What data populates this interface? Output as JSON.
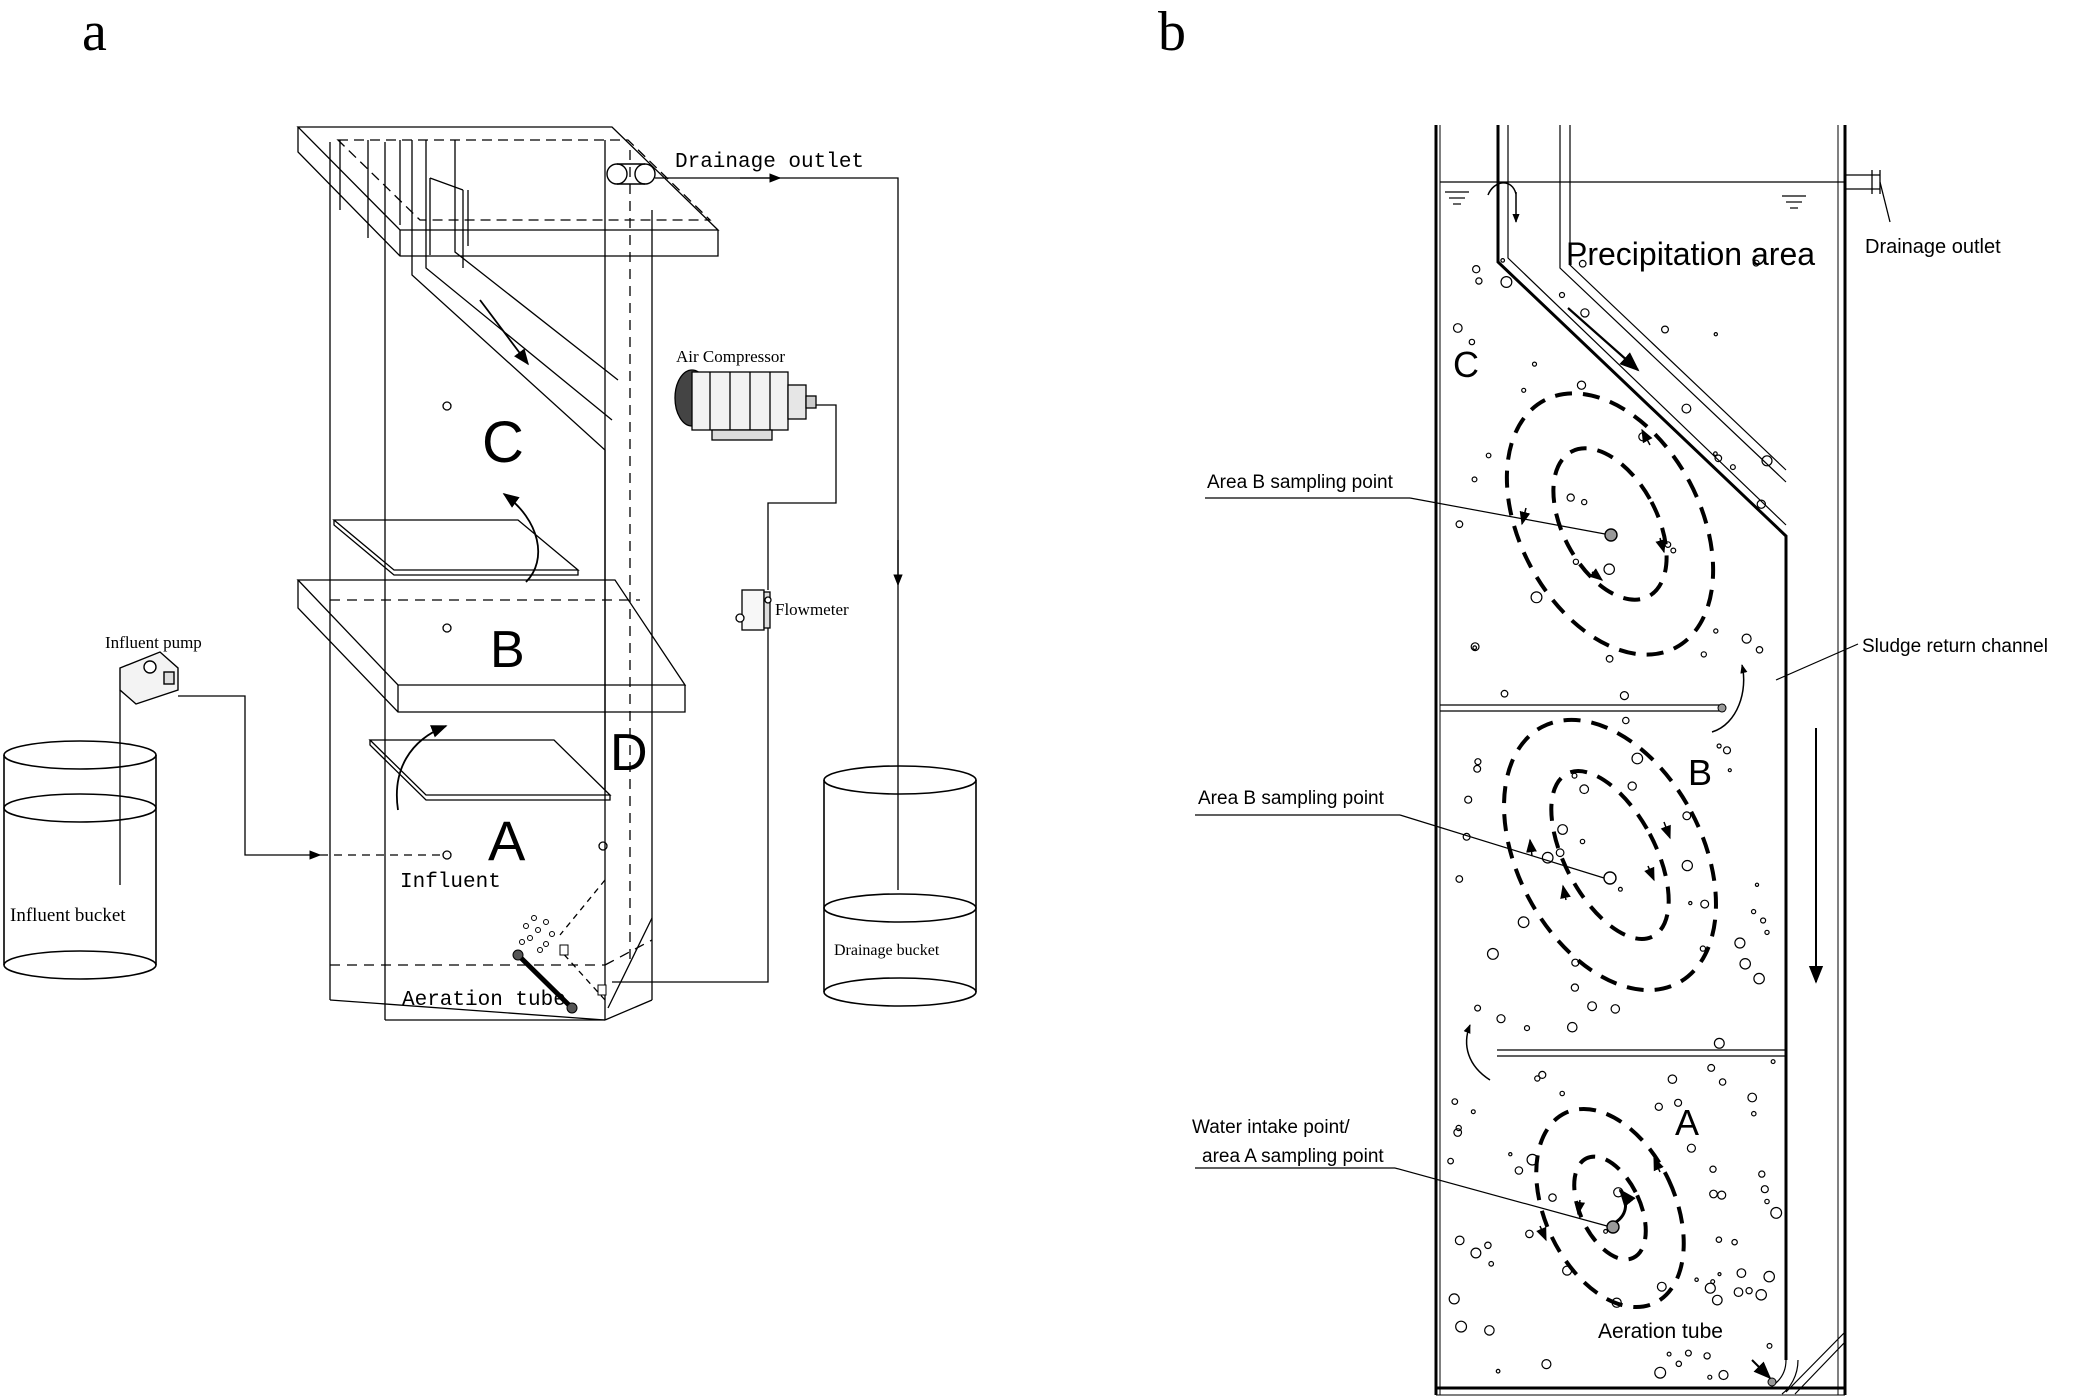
{
  "panel_a": {
    "label": "a",
    "zones": {
      "a": "A",
      "b": "B",
      "c": "C",
      "d": "D"
    },
    "labels": {
      "drainage_outlet": "Drainage outlet",
      "air_compressor": "Air Compressor",
      "flowmeter": "Flowmeter",
      "influent_pump": "Influent pump",
      "influent": "Influent",
      "influent_bucket": "Influent bucket",
      "drainage_bucket": "Drainage bucket",
      "aeration_tube": "Aeration tube"
    }
  },
  "panel_b": {
    "label": "b",
    "zones": {
      "a": "A",
      "b": "B",
      "c": "C"
    },
    "labels": {
      "precipitation_area": "Precipitation area",
      "drainage_outlet": "Drainage outlet",
      "sludge_return_channel": "Sludge return channel",
      "area_b_sampling_point_1": "Area B sampling point",
      "area_b_sampling_point_2": "Area B sampling point",
      "water_intake_line1": "Water intake point/",
      "water_intake_line2": "area A sampling point",
      "aeration_tube": "Aeration tube"
    }
  }
}
